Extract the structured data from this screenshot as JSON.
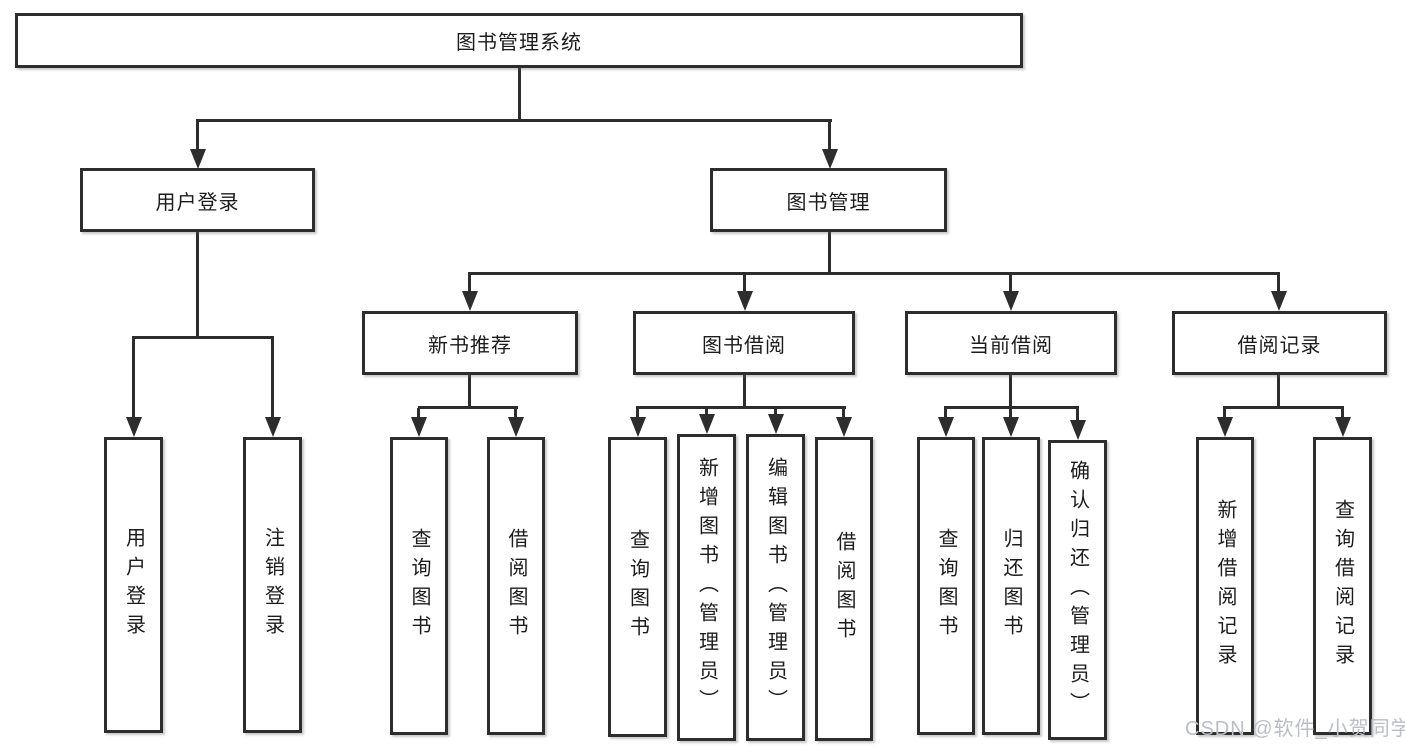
{
  "tree": {
    "label": "图书管理系统",
    "children": [
      {
        "label": "用户登录",
        "children": [
          {
            "label": "用户登录"
          },
          {
            "label": "注销登录"
          }
        ]
      },
      {
        "label": "图书管理",
        "children": [
          {
            "label": "新书推荐",
            "children": [
              {
                "label": "查询图书"
              },
              {
                "label": "借阅图书"
              }
            ]
          },
          {
            "label": "图书借阅",
            "children": [
              {
                "label": "查询图书"
              },
              {
                "label": "新增图书（管理员）"
              },
              {
                "label": "编辑图书（管理员）"
              },
              {
                "label": "借阅图书"
              }
            ]
          },
          {
            "label": "当前借阅",
            "children": [
              {
                "label": "查询图书"
              },
              {
                "label": "归还图书"
              },
              {
                "label": "确认归还（管理员）"
              }
            ]
          },
          {
            "label": "借阅记录",
            "children": [
              {
                "label": "新增借阅记录"
              },
              {
                "label": "查询借阅记录"
              }
            ]
          }
        ]
      }
    ]
  },
  "watermark": {
    "text": "CSDN @软件_小贺同学"
  },
  "colors": {
    "line": "#2d2d2d",
    "box_border": "#2d2d2d",
    "box_background": "#ffffff",
    "text": "#1c1c1c",
    "watermark": "#b9bec7"
  }
}
